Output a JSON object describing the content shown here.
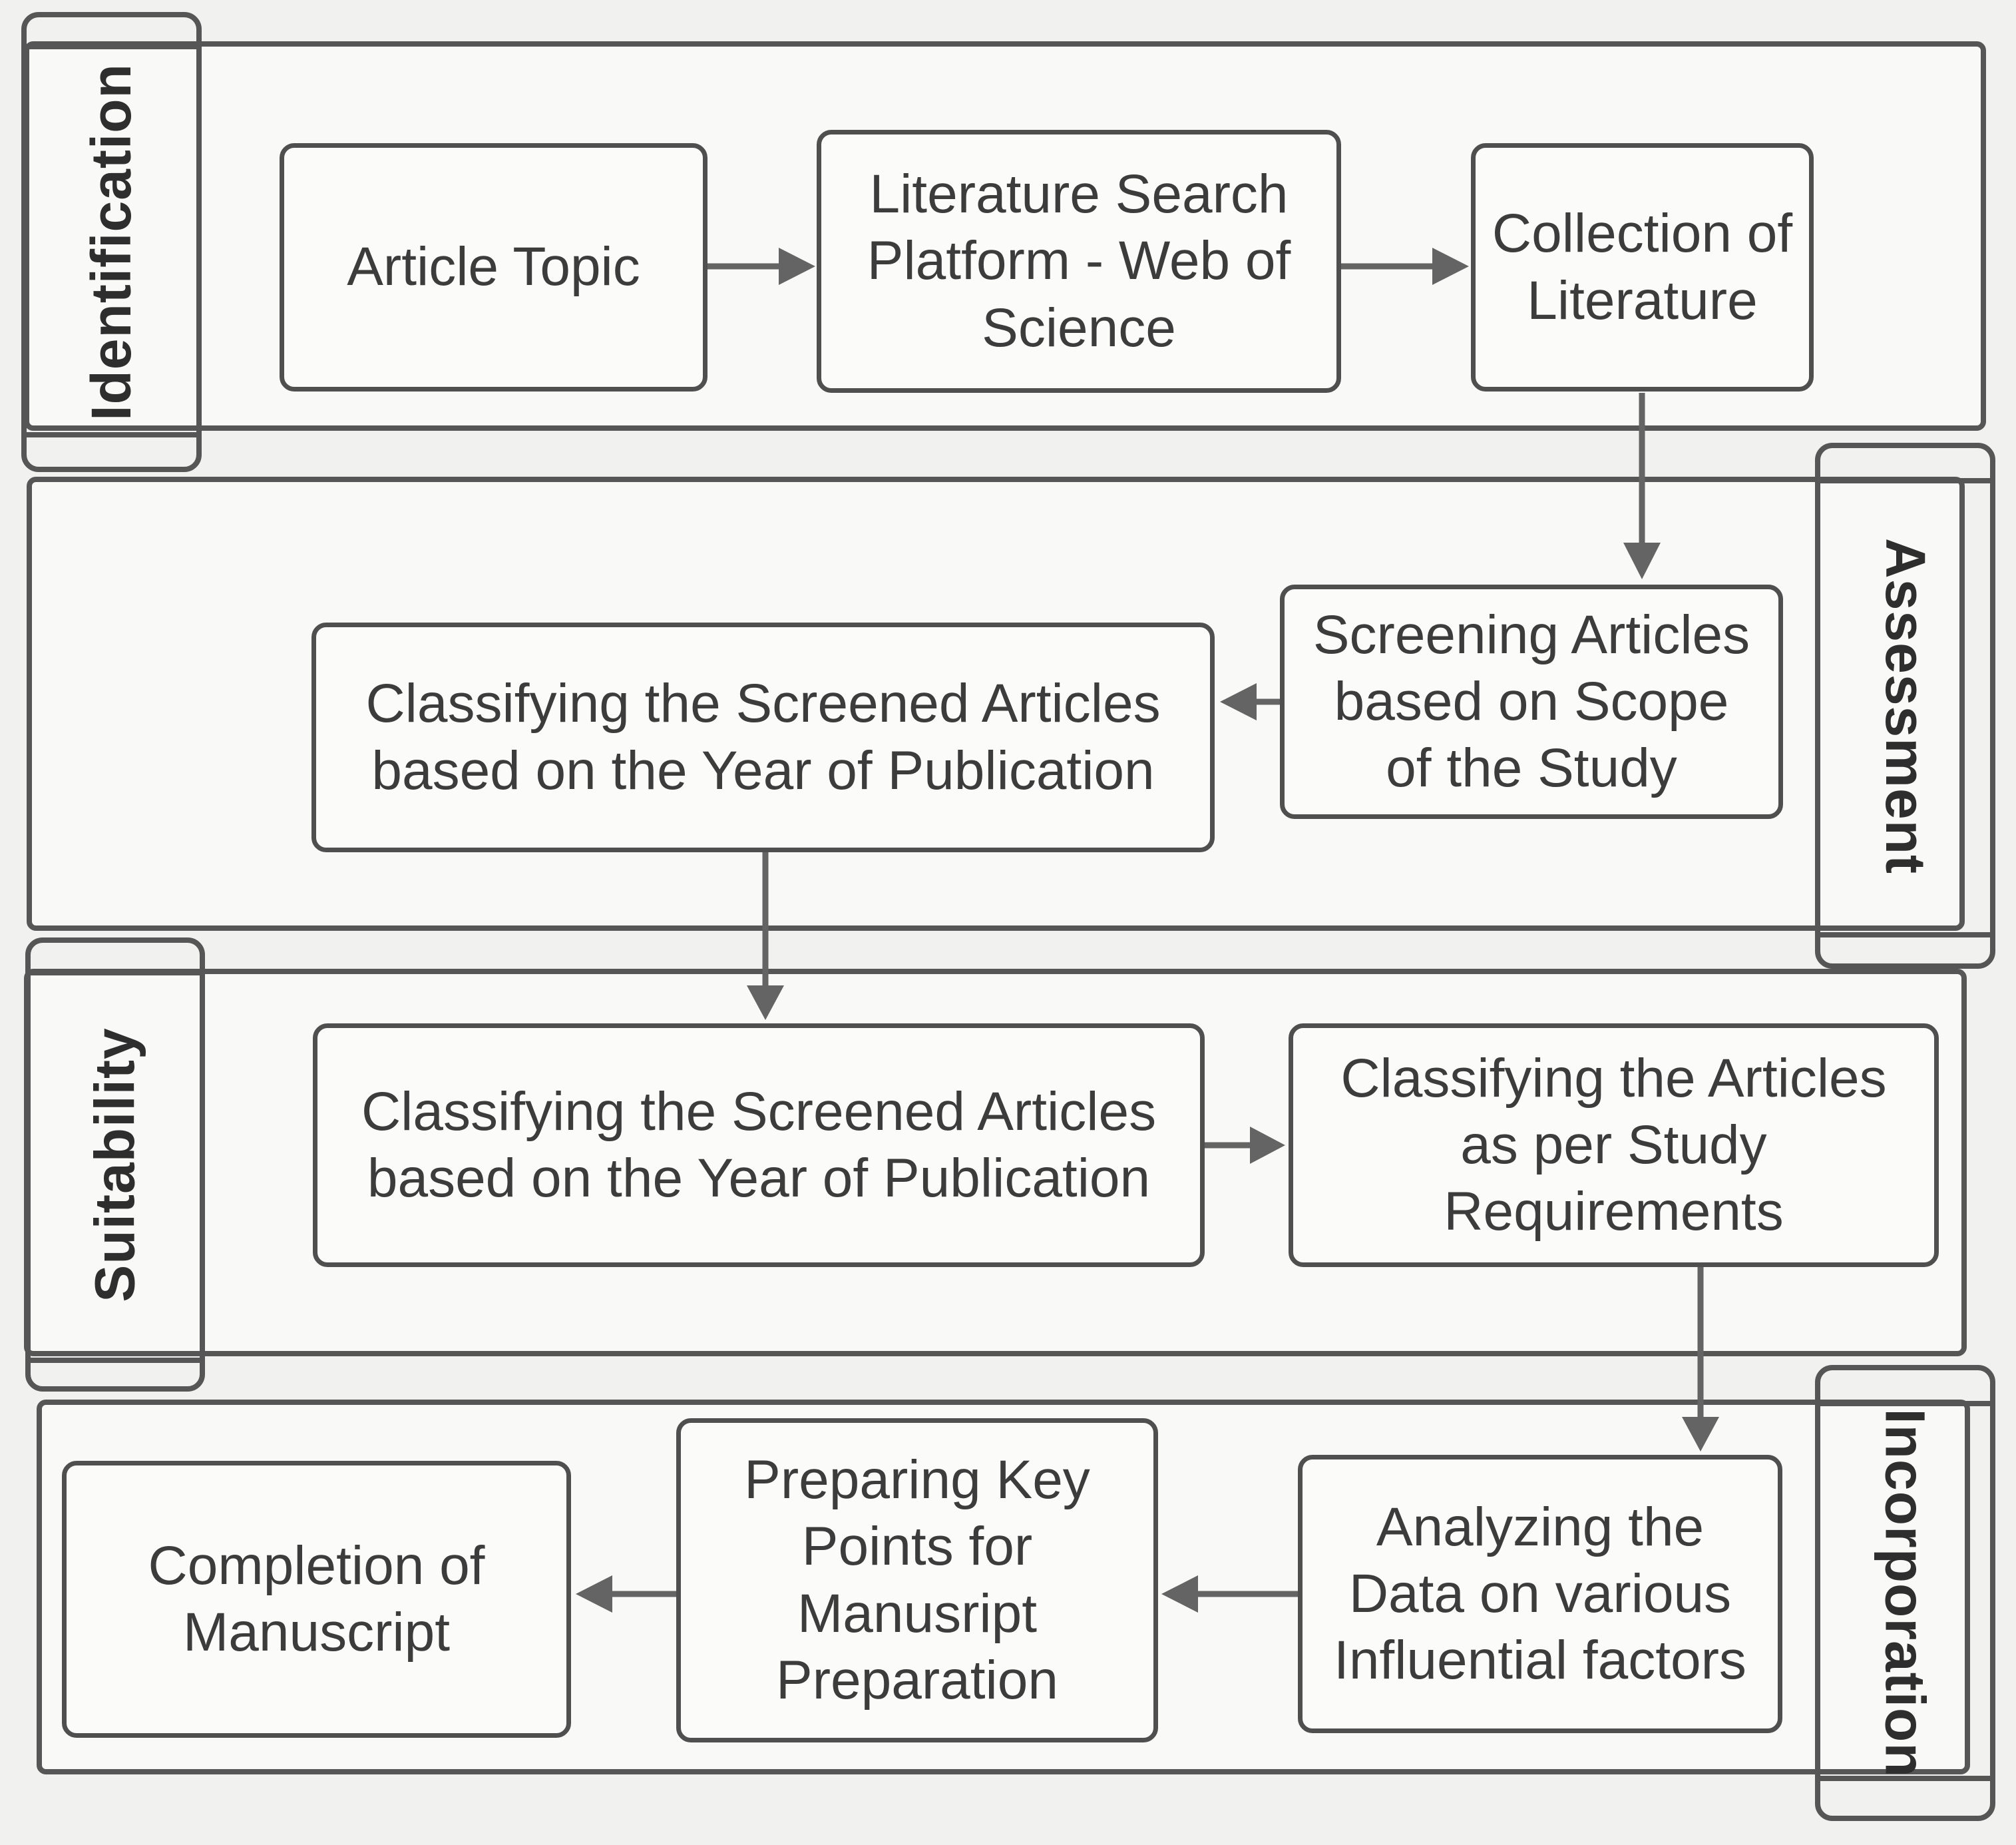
{
  "diagram_title": "Literature Review Process Flowchart",
  "colors": {
    "page_bg": "#f1f1ef",
    "fill": "#f9f9f7",
    "border": "#565656",
    "box_border": "#4f4f4f",
    "arrow": "#646464",
    "text": "#3c3c3c",
    "label": "#2e2e2e"
  },
  "lanes": [
    {
      "id": "identification",
      "label": "Identification",
      "side": "left"
    },
    {
      "id": "assessment",
      "label": "Assessment",
      "side": "right"
    },
    {
      "id": "suitability",
      "label": "Suitability",
      "side": "left"
    },
    {
      "id": "incorporation",
      "label": "Incorporation",
      "side": "right"
    }
  ],
  "nodes": {
    "article_topic": {
      "lane": "identification",
      "text": "Article Topic"
    },
    "literature_search": {
      "lane": "identification",
      "text": "Literature Search\nPlatform - Web of\nScience"
    },
    "collection_of_literature": {
      "lane": "identification",
      "text": "Collection of\nLiterature"
    },
    "screening_articles": {
      "lane": "assessment",
      "text": "Screening Articles\nbased on Scope\nof the Study"
    },
    "classifying_by_year_1": {
      "lane": "assessment",
      "text": "Classifying the Screened Articles\nbased on the Year of Publication"
    },
    "classifying_by_year_2": {
      "lane": "suitability",
      "text": "Classifying the Screened Articles\nbased on the Year of Publication"
    },
    "classifying_by_study": {
      "lane": "suitability",
      "text": "Classifying the Articles\nas per Study\nRequirements"
    },
    "analyzing_data": {
      "lane": "incorporation",
      "text": "Analyzing the\nData on various\nInfluential factors"
    },
    "preparing_key_points": {
      "lane": "incorporation",
      "text": "Preparing Key\nPoints for\nManusript\nPreparation"
    },
    "completion_of_manuscript": {
      "lane": "incorporation",
      "text": "Completion of\nManuscript"
    }
  },
  "flow": [
    {
      "from": "article_topic",
      "to": "literature_search"
    },
    {
      "from": "literature_search",
      "to": "collection_of_literature"
    },
    {
      "from": "collection_of_literature",
      "to": "screening_articles"
    },
    {
      "from": "screening_articles",
      "to": "classifying_by_year_1"
    },
    {
      "from": "classifying_by_year_1",
      "to": "classifying_by_year_2"
    },
    {
      "from": "classifying_by_year_2",
      "to": "classifying_by_study"
    },
    {
      "from": "classifying_by_study",
      "to": "analyzing_data"
    },
    {
      "from": "analyzing_data",
      "to": "preparing_key_points"
    },
    {
      "from": "preparing_key_points",
      "to": "completion_of_manuscript"
    }
  ]
}
